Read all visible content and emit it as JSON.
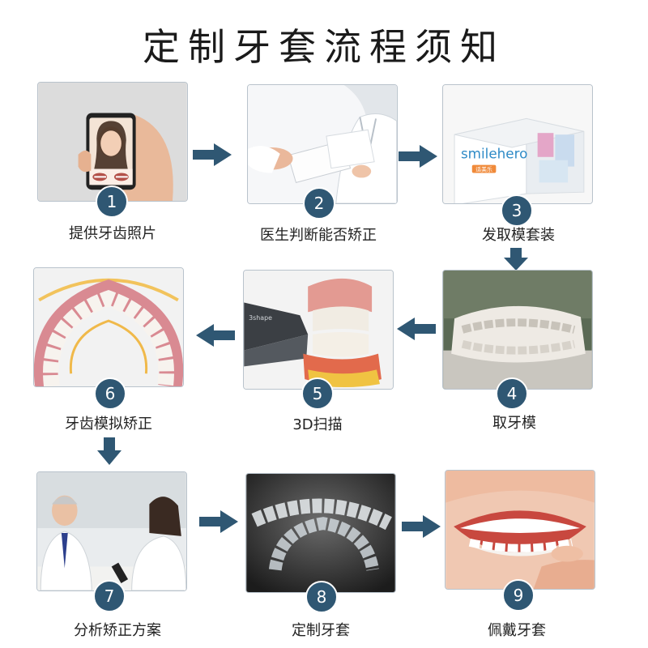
{
  "title": "定制牙套流程须知",
  "steps": [
    {
      "number": "1",
      "label": "提供牙齿照片"
    },
    {
      "number": "2",
      "label": "医生判断能否矫正"
    },
    {
      "number": "3",
      "label": "发取模套装",
      "box_brand": "smilehero",
      "box_sub": "适美乐"
    },
    {
      "number": "4",
      "label": "取牙模"
    },
    {
      "number": "5",
      "label": "3D扫描",
      "scanner_brand": "3shape"
    },
    {
      "number": "6",
      "label": "牙齿模拟矫正"
    },
    {
      "number": "7",
      "label": "分析矫正方案"
    },
    {
      "number": "8",
      "label": "定制牙套"
    },
    {
      "number": "9",
      "label": "佩戴牙套"
    }
  ],
  "colors": {
    "badge": "#2f5773",
    "arrow": "#2f5773"
  }
}
